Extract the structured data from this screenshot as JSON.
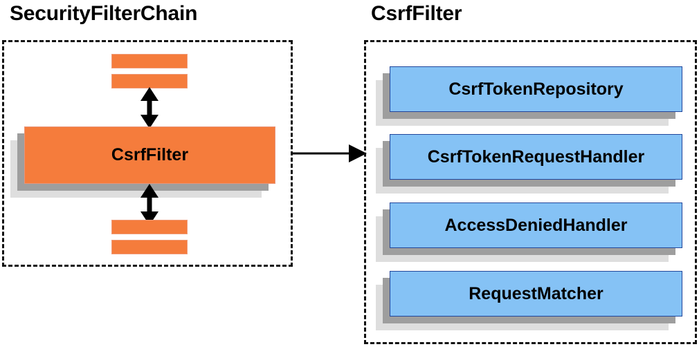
{
  "diagram": {
    "type": "component-relationship-diagram",
    "background_color": "#ffffff",
    "panels": [
      {
        "id": "security-filter-chain",
        "title": "SecurityFilterChain",
        "border_style": "dashed",
        "border_color": "#111111",
        "highlight_color": "#f57c3c",
        "highlighted_item": "CsrfFilter",
        "unlabeled_filter_bars_above": 2,
        "unlabeled_filter_bars_below": 2
      },
      {
        "id": "csrf-filter",
        "title": "CsrfFilter",
        "border_style": "dashed",
        "border_color": "#111111",
        "highlight_color": "#85c2f5",
        "items": [
          "CsrfTokenRepository",
          "CsrfTokenRequestHandler",
          "AccessDeniedHandler",
          "RequestMatcher"
        ]
      }
    ],
    "connections": [
      {
        "id": "scf-to-csrf",
        "from": "security-filter-chain",
        "to": "csrf-filter",
        "style": "single-headed-arrow",
        "color": "#000000"
      },
      {
        "id": "csrf-up",
        "from": "CsrfFilter",
        "to": "preceding-filters",
        "style": "double-headed-arrow",
        "color": "#000000"
      },
      {
        "id": "csrf-down",
        "from": "CsrfFilter",
        "to": "following-filters",
        "style": "double-headed-arrow",
        "color": "#000000"
      }
    ],
    "colors": {
      "orange_fill": "#f57c3c",
      "orange_stroke": "#ef9a78",
      "blue_fill": "#85c2f5",
      "blue_stroke": "#21469b",
      "shadow_dark": "#9e9e9e",
      "shadow_light": "#dedede",
      "text": "#000000"
    }
  }
}
